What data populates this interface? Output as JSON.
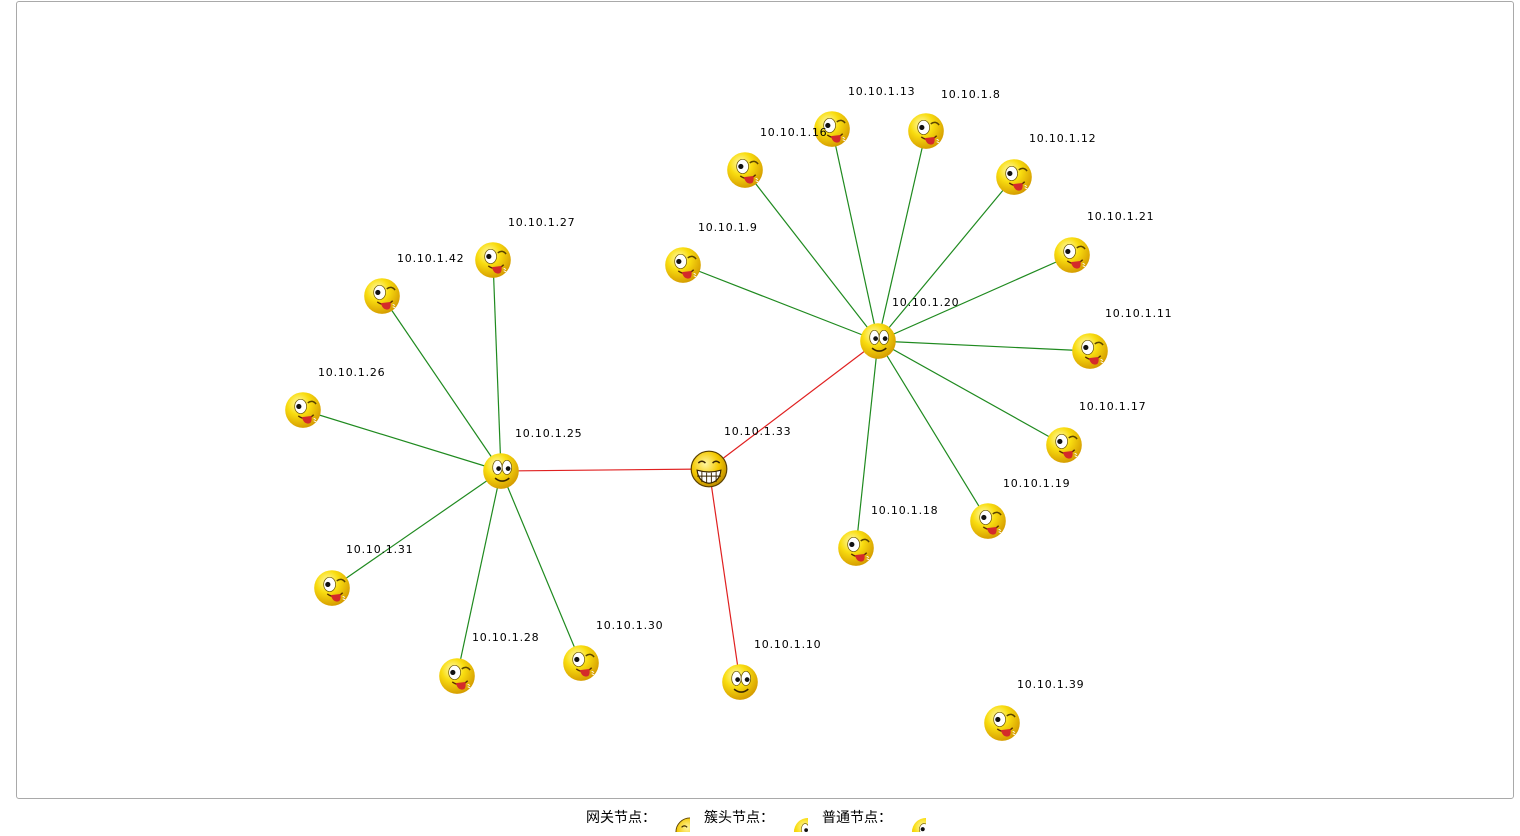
{
  "diagram": {
    "nodes": [
      {
        "id": "g",
        "label": "10.10.1.33",
        "role": "gateway"
      },
      {
        "id": "c1",
        "label": "10.10.1.25",
        "role": "cluster_head"
      },
      {
        "id": "c2",
        "label": "10.10.1.20",
        "role": "cluster_head"
      },
      {
        "id": "c3",
        "label": "10.10.1.10",
        "role": "cluster_head"
      },
      {
        "id": "n27",
        "label": "10.10.1.27",
        "role": "normal"
      },
      {
        "id": "n42",
        "label": "10.10.1.42",
        "role": "normal"
      },
      {
        "id": "n26",
        "label": "10.10.1.26",
        "role": "normal"
      },
      {
        "id": "n31",
        "label": "10.10.1.31",
        "role": "normal"
      },
      {
        "id": "n28",
        "label": "10.10.1.28",
        "role": "normal"
      },
      {
        "id": "n30",
        "label": "10.10.1.30",
        "role": "normal"
      },
      {
        "id": "n13",
        "label": "10.10.1.13",
        "role": "normal"
      },
      {
        "id": "n8",
        "label": "10.10.1.8",
        "role": "normal"
      },
      {
        "id": "n16",
        "label": "10.10.1.16",
        "role": "normal"
      },
      {
        "id": "n12",
        "label": "10.10.1.12",
        "role": "normal"
      },
      {
        "id": "n21",
        "label": "10.10.1.21",
        "role": "normal"
      },
      {
        "id": "n9",
        "label": "10.10.1.9",
        "role": "normal"
      },
      {
        "id": "n11",
        "label": "10.10.1.11",
        "role": "normal"
      },
      {
        "id": "n17",
        "label": "10.10.1.17",
        "role": "normal"
      },
      {
        "id": "n19",
        "label": "10.10.1.19",
        "role": "normal"
      },
      {
        "id": "n18",
        "label": "10.10.1.18",
        "role": "normal"
      },
      {
        "id": "n39",
        "label": "10.10.1.39",
        "role": "normal"
      }
    ],
    "edges": [
      {
        "from": "g",
        "to": "c1",
        "type": "backbone"
      },
      {
        "from": "g",
        "to": "c2",
        "type": "backbone"
      },
      {
        "from": "g",
        "to": "c3",
        "type": "backbone"
      },
      {
        "from": "c1",
        "to": "n27",
        "type": "member"
      },
      {
        "from": "c1",
        "to": "n42",
        "type": "member"
      },
      {
        "from": "c1",
        "to": "n26",
        "type": "member"
      },
      {
        "from": "c1",
        "to": "n31",
        "type": "member"
      },
      {
        "from": "c1",
        "to": "n28",
        "type": "member"
      },
      {
        "from": "c1",
        "to": "n30",
        "type": "member"
      },
      {
        "from": "c2",
        "to": "n13",
        "type": "member"
      },
      {
        "from": "c2",
        "to": "n8",
        "type": "member"
      },
      {
        "from": "c2",
        "to": "n16",
        "type": "member"
      },
      {
        "from": "c2",
        "to": "n12",
        "type": "member"
      },
      {
        "from": "c2",
        "to": "n21",
        "type": "member"
      },
      {
        "from": "c2",
        "to": "n9",
        "type": "member"
      },
      {
        "from": "c2",
        "to": "n11",
        "type": "member"
      },
      {
        "from": "c2",
        "to": "n17",
        "type": "member"
      },
      {
        "from": "c2",
        "to": "n19",
        "type": "member"
      },
      {
        "from": "c2",
        "to": "n18",
        "type": "member"
      }
    ],
    "colors": {
      "backbone_edge": "#e02020",
      "member_edge": "#1f8a1f",
      "face_fill": "#f7d600",
      "face_highlight": "#fff9a0",
      "face_shadow": "#d9a400",
      "tongue": "#d42a2a"
    }
  },
  "legend": {
    "gateway_label": "网关节点：",
    "gateway_icon": "grinning-face-icon",
    "cluster_head_label": "簇头节点：",
    "cluster_head_icon": "happy-face-icon",
    "normal_label": "普通节点：",
    "normal_icon": "winking-tongue-face-icon"
  }
}
